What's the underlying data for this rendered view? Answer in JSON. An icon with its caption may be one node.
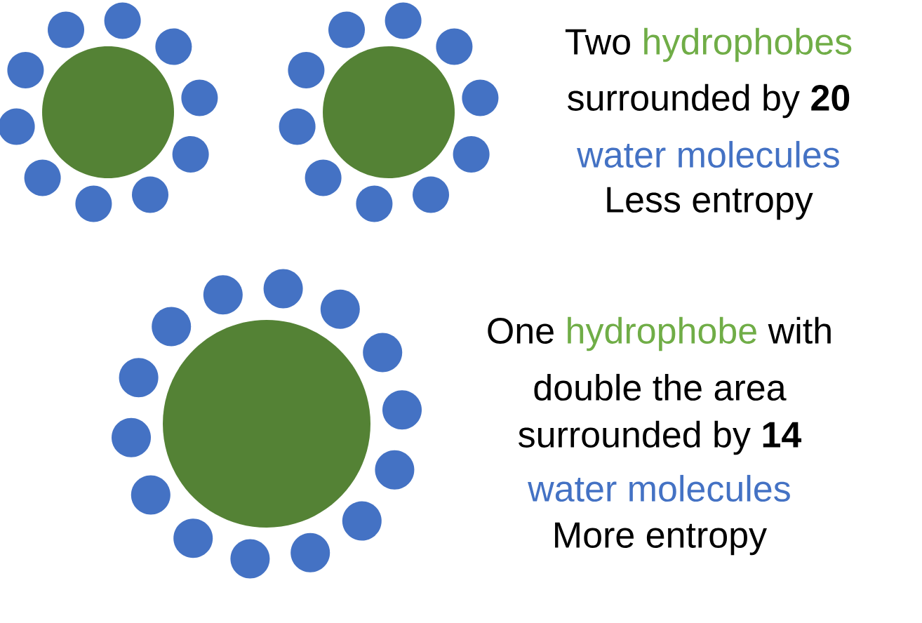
{
  "diagram": {
    "labels": [
      "Two",
      "hydrophobes",
      "surrounded by **20**",
      "water molecules",
      "Less entropy",
      "One",
      "hydrophobe",
      "with",
      "double the area",
      "surrounded by **14**",
      "water molecules",
      "More entropy"
    ]
  }
}
